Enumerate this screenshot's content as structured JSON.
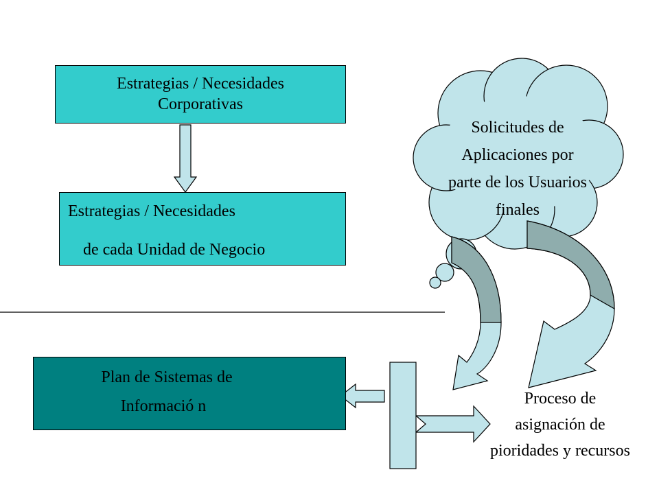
{
  "boxes": {
    "corporate": {
      "line1": "Estrategias / Necesidades",
      "line2": "Corporativas"
    },
    "business_unit": {
      "line1": "Estrategias / Necesidades",
      "line2": "de cada Unidad de Negocio"
    },
    "systems_plan": {
      "line1": "Plan de Sistemas de",
      "line2": "Informació n"
    }
  },
  "cloud": {
    "line1": "Solicitudes de",
    "line2": "Aplicaciones por",
    "line3": "parte de los Usuarios",
    "line4": "finales"
  },
  "process": {
    "line1": "Proceso de",
    "line2": "asignación de",
    "line3": "pioridades y recursos"
  },
  "colors": {
    "light_box": "#33cccc",
    "dark_box": "#008080",
    "cloud_fill": "#c0e4ea",
    "arrow_fill": "#c0e4ea",
    "arrow_shade": "#8fadad"
  }
}
